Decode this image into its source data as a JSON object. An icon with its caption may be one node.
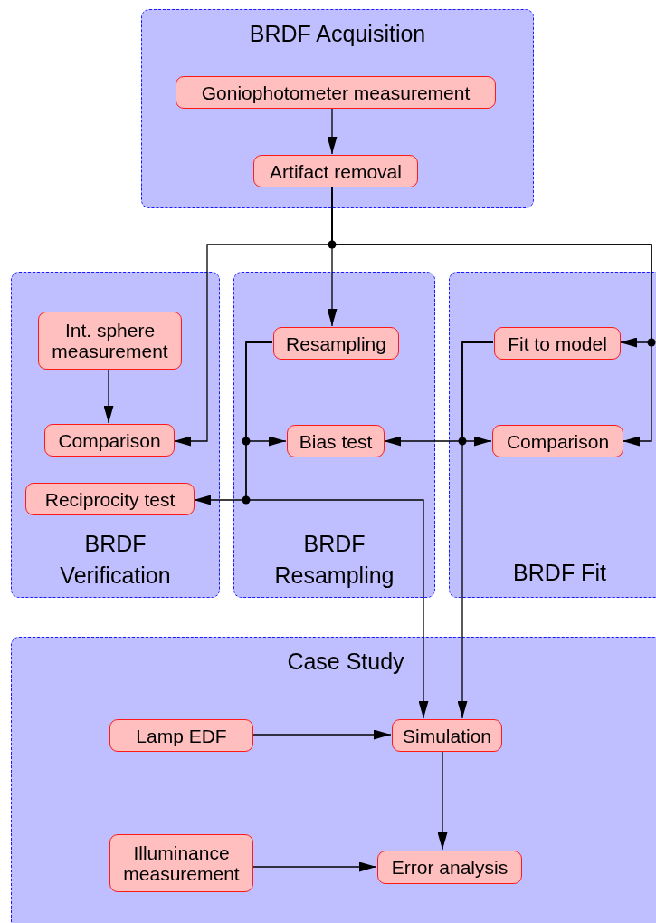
{
  "diagram": {
    "nodes": [
      {
        "text": [
          "BRDF Acquisition"
        ]
      },
      {
        "text": [
          "Goniophotometer measurement"
        ],
        "in": 0
      },
      {
        "text": [
          "Artifact removal"
        ],
        "in": 0
      },
      {
        "text": [
          "BRDF Verification"
        ]
      },
      {
        "text": [
          "Int. sphere measurement"
        ],
        "in": 3
      },
      {
        "text": [
          "Comparison"
        ],
        "in": 3
      },
      {
        "text": [
          "Reciprocity test"
        ],
        "in": 3
      },
      {
        "text": [
          "BRDF Resampling"
        ]
      },
      {
        "text": [
          "Resampling"
        ],
        "in": 7
      },
      {
        "text": [
          "Bias test"
        ],
        "in": 7
      },
      {
        "text": [
          "BRDF Fit"
        ]
      },
      {
        "text": [
          "Fit to model"
        ],
        "in": 10
      },
      {
        "text": [
          "Comparison"
        ],
        "in": 10
      },
      {
        "text": [
          "Case Study"
        ]
      },
      {
        "text": [
          "Lamp EDF"
        ],
        "in": 13
      },
      {
        "text": [
          "Simulation"
        ],
        "in": 13
      },
      {
        "text": [
          "Illuminance measurement"
        ],
        "in": 13
      },
      {
        "text": [
          "Error analysis"
        ],
        "in": 13
      }
    ],
    "edges": [
      {
        "from": 1,
        "to": 2,
        "arrow": "to"
      },
      {
        "from": 2,
        "to": 5,
        "arrow": "to"
      },
      {
        "from": 2,
        "to": 8,
        "arrow": "to"
      },
      {
        "from": 2,
        "to": 11,
        "arrow": "to"
      },
      {
        "from": 2,
        "to": 12,
        "arrow": "to"
      },
      {
        "from": 4,
        "to": 5,
        "arrow": "to"
      },
      {
        "from": 8,
        "to": 9,
        "arrow": "to"
      },
      {
        "from": 8,
        "to": 6,
        "arrow": "to"
      },
      {
        "from": 8,
        "to": 15,
        "arrow": "to"
      },
      {
        "from": 11,
        "to": 9,
        "arrow": "to"
      },
      {
        "from": 11,
        "to": 12,
        "arrow": "to"
      },
      {
        "from": 11,
        "to": 15,
        "arrow": "to"
      },
      {
        "from": 14,
        "to": 15,
        "arrow": "to"
      },
      {
        "from": 15,
        "to": 17,
        "arrow": "to"
      },
      {
        "from": 16,
        "to": 17,
        "arrow": "to"
      }
    ]
  }
}
